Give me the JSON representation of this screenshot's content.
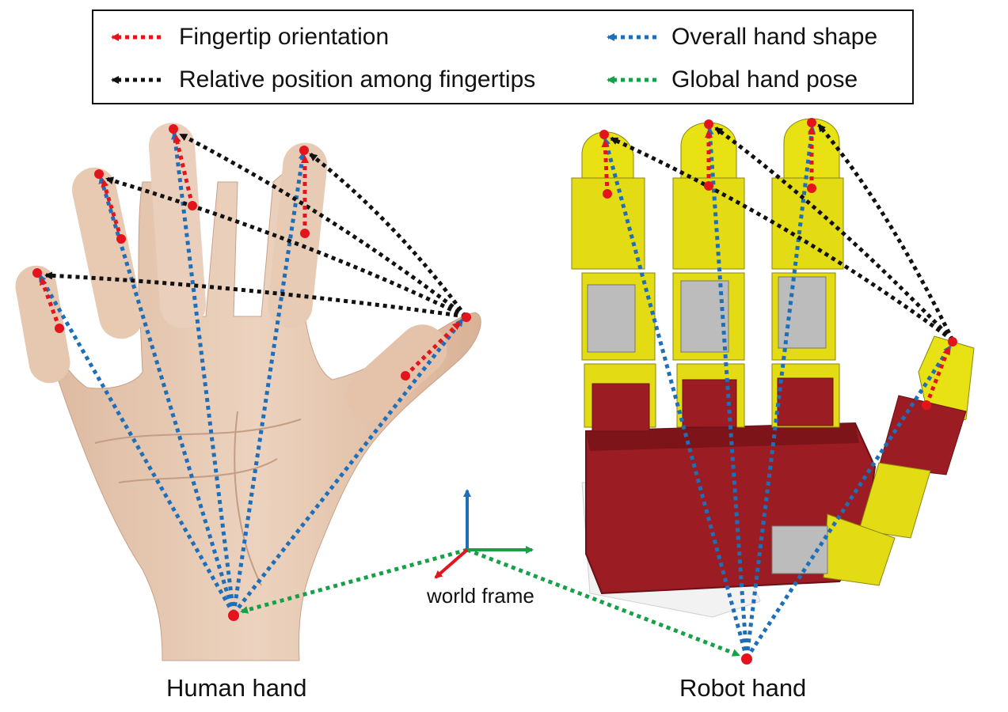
{
  "legend": {
    "fingertip_orientation": {
      "label": "Fingertip orientation",
      "color": "#e3141c"
    },
    "relative_position": {
      "label": "Relative position among fingertips",
      "color": "#111111"
    },
    "overall_shape": {
      "label": "Overall hand shape",
      "color": "#1f6fb8"
    },
    "global_pose": {
      "label": "Global hand pose",
      "color": "#18a048"
    }
  },
  "frame": {
    "label": "world frame",
    "axis_colors": {
      "z": "#1f6fb8",
      "y": "#18a048",
      "x": "#e3141c"
    }
  },
  "captions": {
    "human": "Human hand",
    "robot": "Robot hand"
  },
  "colors": {
    "skin": "#e8cbb4",
    "skin_shadow": "#d8b096",
    "robot_yellow": "#e8e214",
    "robot_red": "#9b1c22",
    "robot_gray": "#bcbcbc"
  }
}
